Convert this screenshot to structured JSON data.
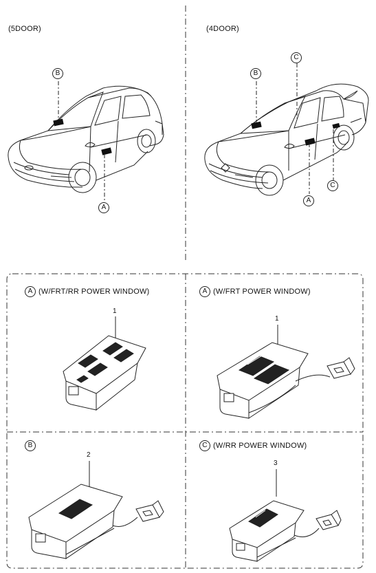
{
  "top": {
    "left_label": "(5DOOR)",
    "right_label": "(4DOOR)",
    "callouts": {
      "a": "A",
      "b": "B",
      "c": "C"
    }
  },
  "panels": {
    "tl": {
      "letter": "A",
      "title": "(W/FRT/RR POWER WINDOW)",
      "part_no": "1"
    },
    "tr": {
      "letter": "A",
      "title": "(W/FRT POWER WINDOW)",
      "part_no": "1"
    },
    "bl": {
      "letter": "B",
      "title": "",
      "part_no": "2"
    },
    "br": {
      "letter": "C",
      "title": "(W/RR POWER WINDOW)",
      "part_no": "3"
    }
  }
}
